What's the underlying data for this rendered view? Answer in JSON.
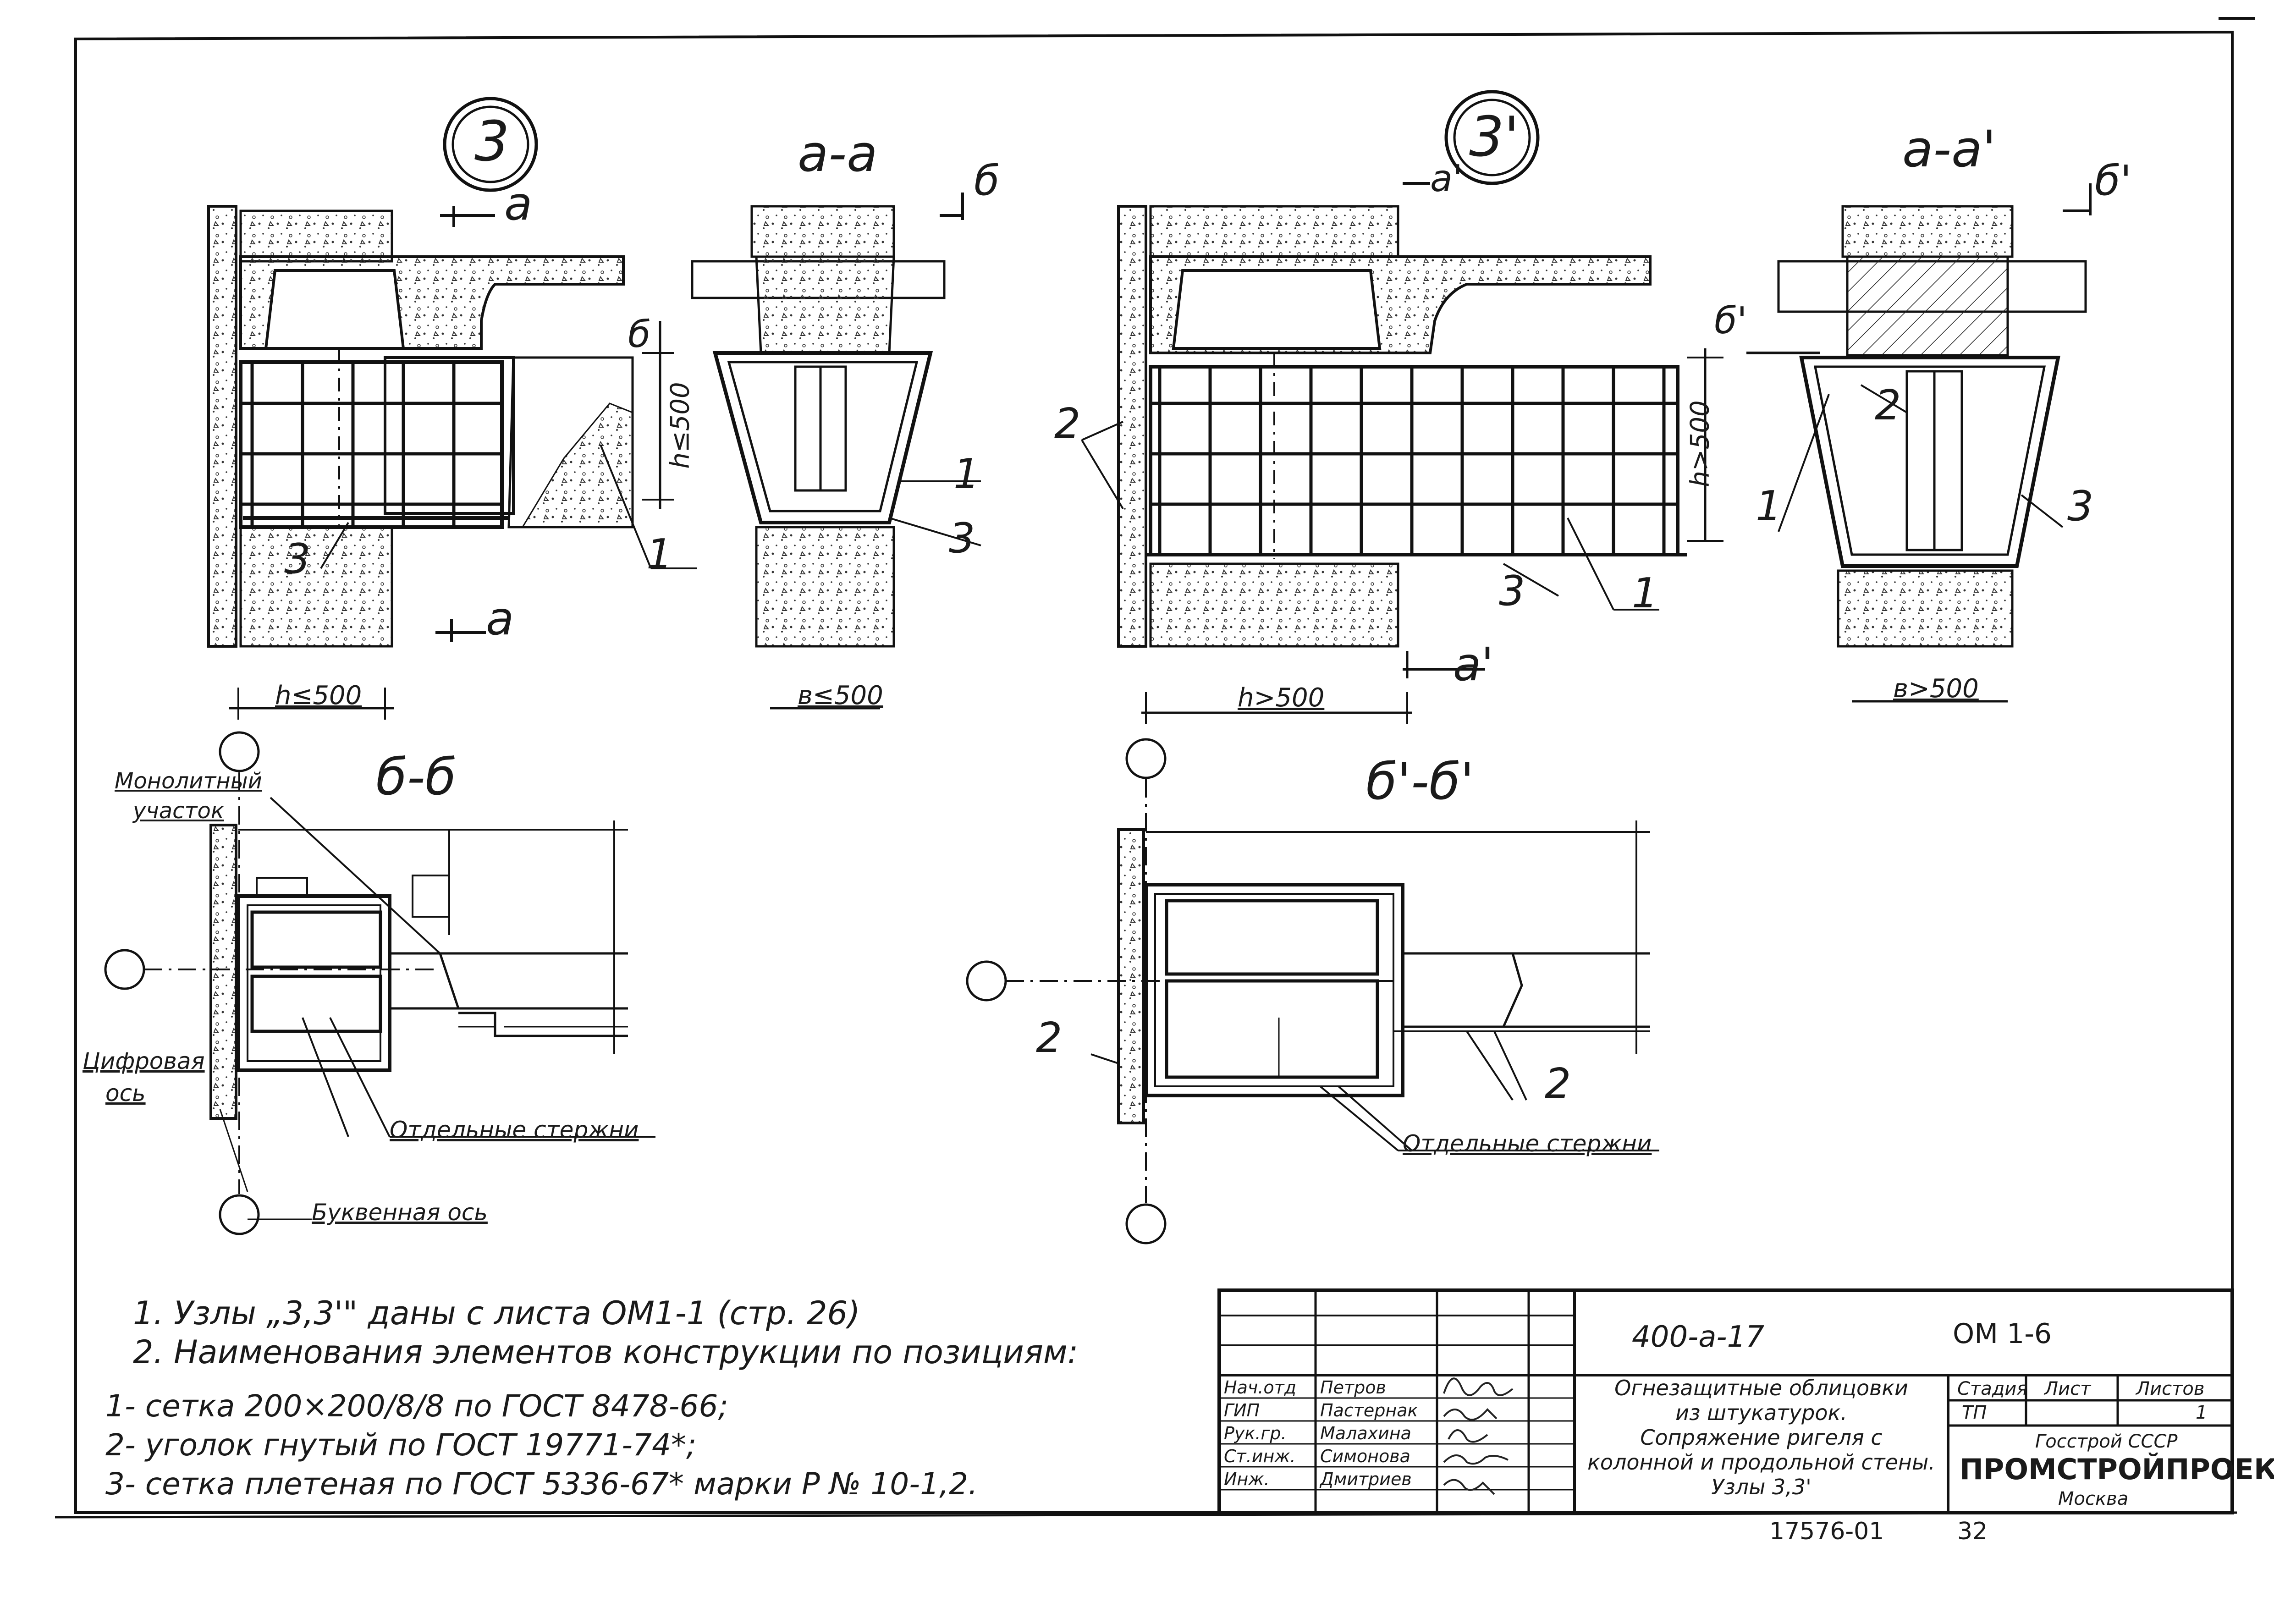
{
  "nodes": {
    "n3": {
      "mark": "3",
      "cut_top": "а",
      "cut_bottom": "а",
      "cut_side": "б",
      "dim_h": "h≤500",
      "dim_v": "h≤500",
      "pos1": "1",
      "pos3": "3"
    },
    "aa": {
      "title": "а-а",
      "cut_side": "б",
      "dim_b": "в≤500",
      "pos1": "1",
      "pos3": "3"
    },
    "n3p": {
      "mark": "3'",
      "cut_top": "а'",
      "cut_bottom": "а'",
      "dim_h": "h>500",
      "dim_v": "h>500",
      "pos1": "1",
      "pos2": "2",
      "pos3": "3"
    },
    "aap": {
      "title": "а-а'",
      "cut_side": "б'",
      "cut_left": "б'",
      "dim_b": "в>500",
      "pos1": "1",
      "pos2": "2",
      "pos3": "3"
    },
    "bb": {
      "title": "б-б",
      "label_mono": "Монолитный",
      "label_mono2": "участок",
      "label_digit": "Цифровая",
      "label_digit2": "ось",
      "label_bars": "Отдельные стержни",
      "label_letter": "Буквенная ось"
    },
    "bbp": {
      "title": "б'-б'",
      "pos2a": "2",
      "pos2b": "2",
      "label_bars": "Отдельные стержни"
    }
  },
  "notes": [
    "1. Узлы „3,3'\" даны с листа          ОМ1-1 (стр. 26)",
    "2. Наименования элементов конструкции по позициям:",
    "1- сетка 200×200/8/8 по ГОСТ 8478-66;",
    "2- уголок гнутый по ГОСТ 19771-74*;",
    "3- сетка плетеная по ГОСТ 5336-67* марки Р № 10-1,2."
  ],
  "title_block": {
    "doc_code": "400-а-17",
    "sheet_code": "ОМ 1-6",
    "roles": [
      "Нач.отд",
      "ГИП",
      "Рук.гр.",
      "Ст.инж.",
      "Инж."
    ],
    "names": [
      "Петров",
      "Пастернак",
      "Малахина",
      "Симонова",
      "Дмитриев"
    ],
    "description": [
      "Огнезащитные облицовки",
      "из штукатурок.",
      "Сопряжение ригеля с",
      "колонной и продольной стены.",
      "Узлы 3,3'"
    ],
    "col_stage": "Стадия",
    "col_sheet": "Лист",
    "col_sheets": "Листов",
    "stage": "ТП",
    "sheets": "1",
    "org1": "Госстрой СССР",
    "org2": "ПРОМСТРОЙПРОЕКТ",
    "org3": "Москва"
  },
  "footer": {
    "archive_no": "17576-01",
    "page_no": "32"
  }
}
